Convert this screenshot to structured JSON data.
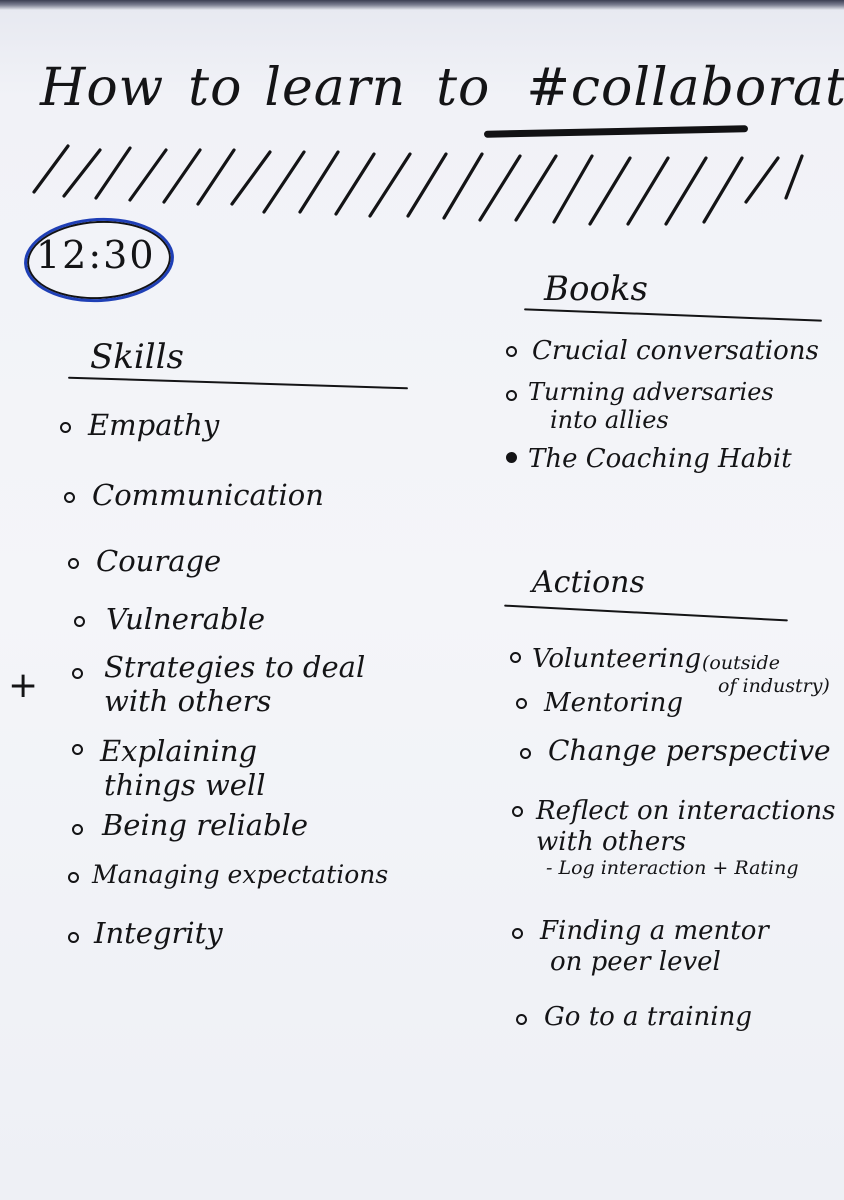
{
  "title": {
    "words": [
      "How",
      "to",
      "learn",
      "to",
      "#collaborate"
    ]
  },
  "time": "12:30",
  "skills": {
    "heading": "Skills",
    "items": [
      "Empathy",
      "Communication",
      "Courage",
      "Vulnerable",
      "Strategies to deal",
      "with others",
      "Explaining",
      "things well",
      "Being reliable",
      "Managing expectations",
      "Integrity"
    ],
    "margin_mark": "+"
  },
  "books": {
    "heading": "Books",
    "items": [
      "Crucial conversations",
      "Turning adversaries",
      "into allies",
      "The Coaching Habit"
    ]
  },
  "actions": {
    "heading": "Actions",
    "items": [
      "Volunteering",
      "(outside",
      "of industry)",
      "Mentoring",
      "Change perspective",
      "Reflect on interactions",
      "with others",
      "- Log interaction + Rating",
      "Finding a mentor",
      "on peer level",
      "Go to a training"
    ]
  },
  "colors": {
    "ink": "#141416",
    "circle": "#1f3fb6",
    "paper": "#f4f5f9"
  }
}
